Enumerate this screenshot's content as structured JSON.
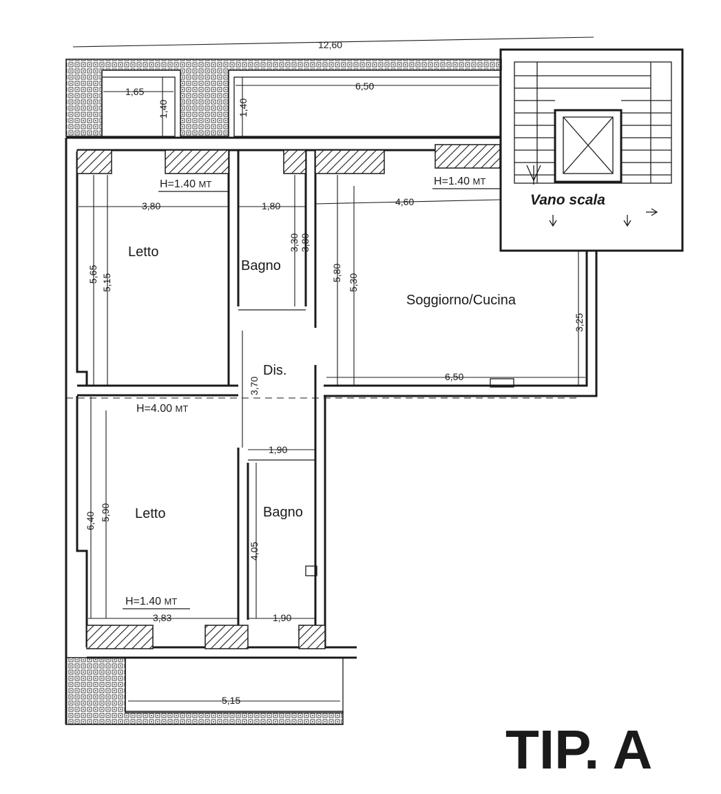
{
  "plan": {
    "rooms": {
      "letto_top": "Letto",
      "bagno_top": "Bagno",
      "soggiorno": "Soggiorno/Cucina",
      "dis": "Dis.",
      "letto_bottom": "Letto",
      "bagno_bottom": "Bagno",
      "vano_scala": "Vano scala"
    },
    "heights": {
      "h1": "H=1.40",
      "h1_unit": "MT",
      "h2": "H=1.40",
      "h2_unit": "MT",
      "h3": "H=4.00",
      "h3_unit": "MT",
      "h4": "H=1.40",
      "h4_unit": "MT"
    },
    "dimensions": {
      "overall_width": "12,60",
      "terrace_left_w": "1,65",
      "terrace_left_h": "1,40",
      "terrace_right_h": "1,40",
      "terrace_right_w": "6,50",
      "letto_top_w": "3,80",
      "bagno_top_w": "1,80",
      "soggiorno_w": "4,60",
      "letto_top_outer_h": "5,65",
      "letto_top_inner_h": "5,15",
      "bagno_top_h1": "3,30",
      "bagno_top_h2": "3,80",
      "soggiorno_h1": "5,80",
      "soggiorno_h2": "5,30",
      "soggiorno_right_h": "3,25",
      "soggiorno_bottom_w": "6,50",
      "dis_h": "3,70",
      "bagno_bottom_top_w": "1,90",
      "letto_bottom_outer_h": "6,40",
      "letto_bottom_inner_h": "5,90",
      "bagno_bottom_h": "4,05",
      "letto_bottom_w": "3,83",
      "bagno_bottom_w": "1,90",
      "terrace_bottom_w": "5,15"
    },
    "type_label": "TIP. A"
  }
}
